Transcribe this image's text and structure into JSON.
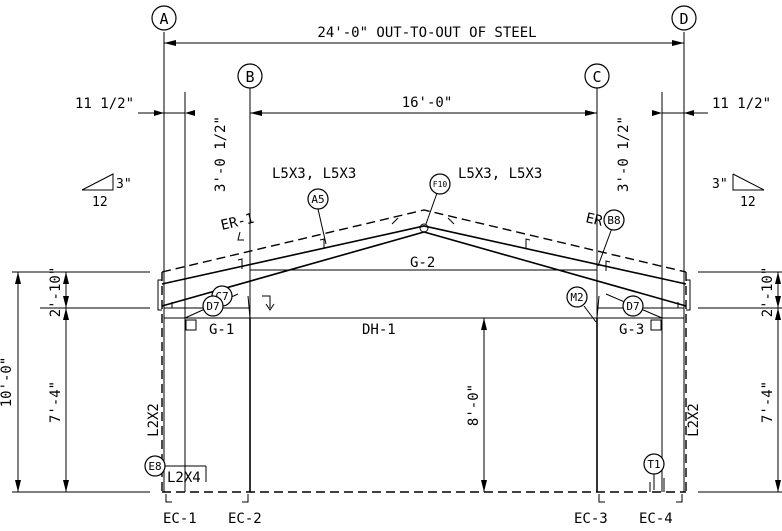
{
  "grid": {
    "a": "A",
    "b": "B",
    "c": "C",
    "d": "D"
  },
  "dims": {
    "overall": "24'-0\" OUT-TO-OUT OF STEEL",
    "bc_span": "16'-0\"",
    "left_offset": "11 1/2\"",
    "right_offset": "11 1/2\"",
    "left_ab": "3'-0 1/2\"",
    "right_cd": "3'-0 1/2\"",
    "total_height": "10'-0\"",
    "left_upper": "2'-10\"",
    "left_lower": "7'-4\"",
    "right_upper": "2'-10\"",
    "right_lower": "7'-4\"",
    "door_height": "8'-0\""
  },
  "slope": {
    "rise": "3\"",
    "run": "12"
  },
  "labels": {
    "angles_left": "L5X3, L5X3",
    "angles_right": "L5X3, L5X3",
    "er1": "ER-1",
    "er2": "ER-2",
    "g2": "G-2",
    "g1": "G-1",
    "g3": "G-3",
    "dh1": "DH-1",
    "l2x2_left": "L2X2",
    "l2x2_right": "L2X2",
    "l2x4": "L2X4",
    "ec1": "EC-1",
    "ec2": "EC-2",
    "ec3": "EC-3",
    "ec4": "EC-4"
  },
  "bubbles": {
    "a5": "A5",
    "f10": "F10",
    "b8": "B8",
    "c7": "C7",
    "d7_left": "D7",
    "m2": "M2",
    "d7_right": "D7",
    "e8": "E8",
    "t1": "T1"
  }
}
